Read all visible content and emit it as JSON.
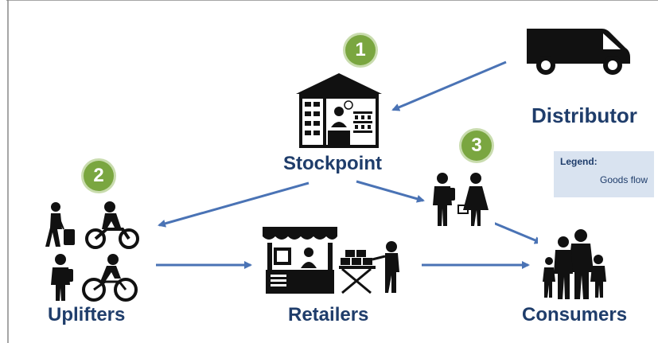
{
  "nodes": {
    "stockpoint": "Stockpoint",
    "distributor": "Distributor",
    "uplifters": "Uplifters",
    "retailers": "Retailers",
    "consumers": "Consumers"
  },
  "badges": {
    "one": "1",
    "two": "2",
    "three": "3"
  },
  "legend": {
    "title": "Legend:",
    "item": "Goods flow",
    "color": "#4a73b5"
  },
  "colors": {
    "label": "#1f3d6b",
    "badge": "#7aa640",
    "arrow": "#4a73b5",
    "icon": "#111111"
  },
  "icons": {
    "stockpoint": "shop-building-icon",
    "distributor": "van-icon",
    "walker": "person-walking-suitcase-icon",
    "motorbike": "motorbike-rider-icon",
    "backpacker": "person-backpack-icon",
    "cyclist": "cyclist-icon",
    "kiosk": "kiosk-stall-icon",
    "street-vendor": "street-vendor-icon",
    "shopper-pair": "shoppers-icon",
    "family": "family-icon"
  }
}
